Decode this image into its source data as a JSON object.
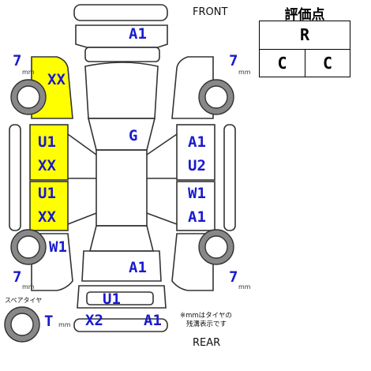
{
  "orientation": {
    "front": "FRONT",
    "rear": "REAR"
  },
  "score": {
    "title": "評価点",
    "overall": "R",
    "interior": "C",
    "exterior": "C"
  },
  "tread": {
    "unit": "mm",
    "front_left": "7",
    "front_right": "7",
    "rear_left": "7",
    "rear_right": "7",
    "spare": "T"
  },
  "spare_tire_label": "スペアタイヤ",
  "note_line1": "※mmはタイヤの",
  "note_line2": "残溝表示です",
  "damage_codes": {
    "front_bumper": "A1",
    "left_front_fender": "XX",
    "roof": "G",
    "left_front_door_1": "U1",
    "left_front_door_2": "XX",
    "left_rear_door_1": "U1",
    "left_rear_door_2": "XX",
    "right_front_door_1": "A1",
    "right_front_door_2": "U2",
    "right_rear_door_1": "W1",
    "right_rear_door_2": "A1",
    "left_rear_wheel": "W1",
    "trunk": "A1",
    "rear_panel": "U1",
    "rear_bumper_left": "X2",
    "rear_bumper_right": "A1"
  },
  "colors": {
    "damage_highlight": "#ffff00",
    "code_text": "#1a1acd",
    "outline": "#333333"
  }
}
